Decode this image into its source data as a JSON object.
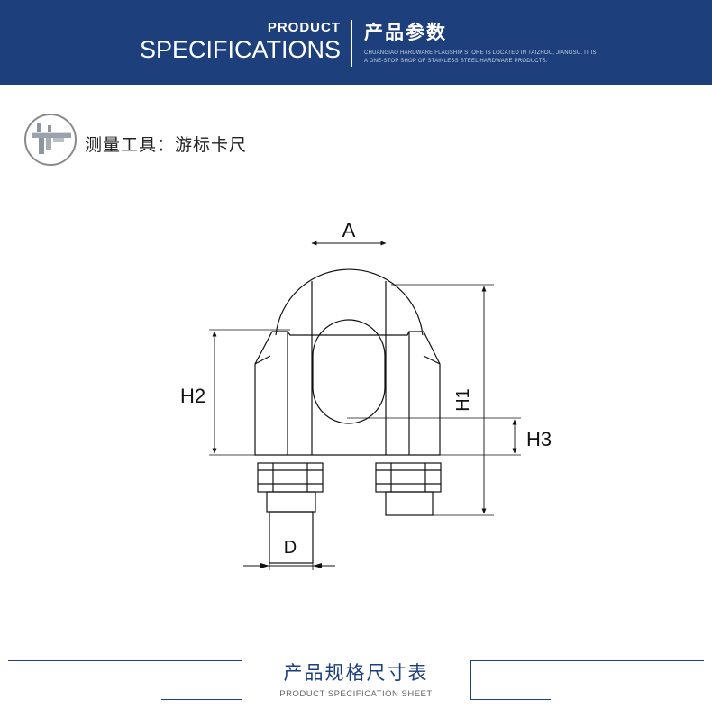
{
  "header": {
    "product": "PRODUCT",
    "specifications": "SPECIFICATIONS",
    "cn_title": "产品参数",
    "note_line1": "CHUANGIAO HARDWARE FLAGSHIP STORE IS LOCATED IN TAIZHOU, JIANGSU. IT IS",
    "note_line2": "A ONE-STOP SHOP OF STAINLESS STEEL HARDWARE PRODUCTS."
  },
  "tool": {
    "label": "测量工具：游标卡尺",
    "icon": "caliper-icon"
  },
  "diagram": {
    "labels": {
      "a": "A",
      "h1": "H1",
      "h2": "H2",
      "h3": "H3",
      "d": "D"
    }
  },
  "footer": {
    "title": "产品规格尺寸表",
    "subtitle": "PRODUCT SPECIFICATION SHEET"
  },
  "colors": {
    "banner": "#1d3f7c",
    "line": "#111111",
    "frame": "#1d3f7c"
  }
}
